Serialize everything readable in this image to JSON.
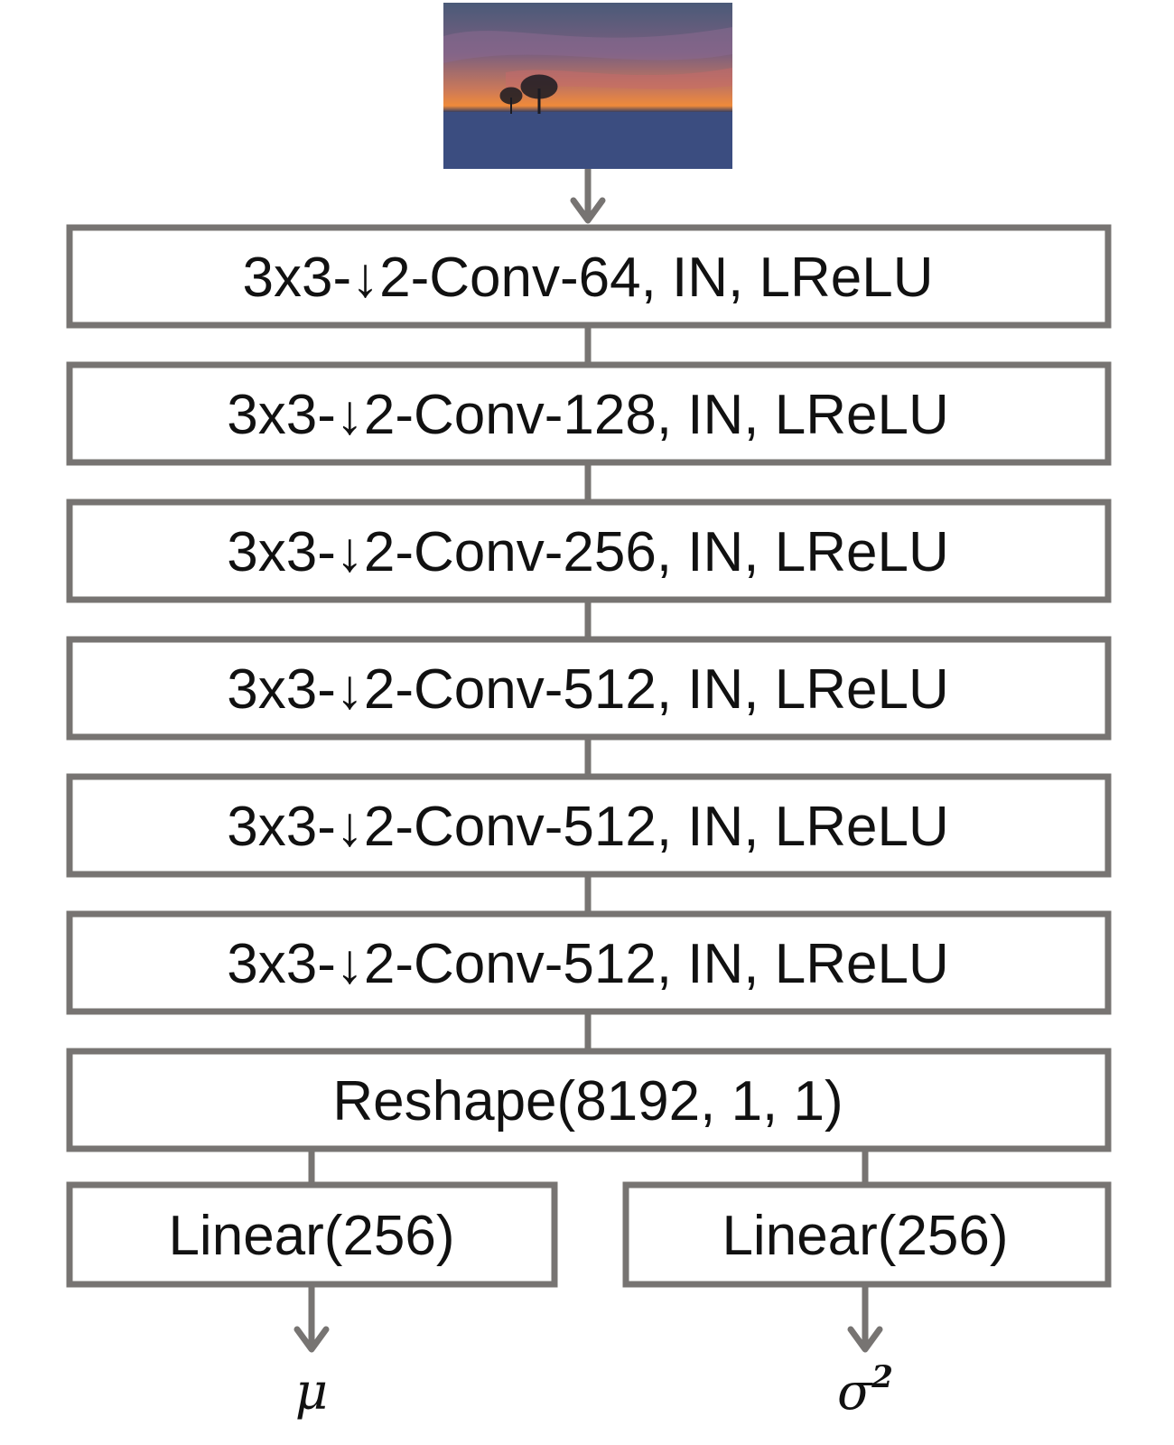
{
  "colors": {
    "stroke": "#777472",
    "text": "#111111",
    "background": "#ffffff"
  },
  "input_image": {
    "icon": "sunset-field-photo"
  },
  "blocks": [
    {
      "label": "3x3-↓2-Conv-64, IN, LReLU"
    },
    {
      "label": "3x3-↓2-Conv-128, IN, LReLU"
    },
    {
      "label": "3x3-↓2-Conv-256, IN, LReLU"
    },
    {
      "label": "3x3-↓2-Conv-512, IN, LReLU"
    },
    {
      "label": "3x3-↓2-Conv-512, IN, LReLU"
    },
    {
      "label": "3x3-↓2-Conv-512, IN, LReLU"
    },
    {
      "label": "Reshape(8192, 1, 1)"
    }
  ],
  "heads": [
    {
      "label": "Linear(256)",
      "output": "μ",
      "output_sup": ""
    },
    {
      "label": "Linear(256)",
      "output": "σ",
      "output_sup": "2"
    }
  ]
}
